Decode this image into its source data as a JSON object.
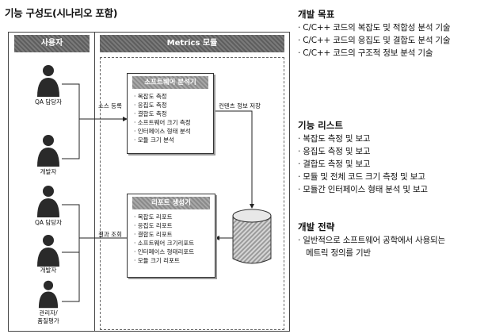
{
  "diagram": {
    "title": "기능 구성도(시나리오 포함)",
    "col_user": "사용자",
    "col_module": "Metrics 모듈",
    "actors_top": [
      {
        "label": "QA 담당자"
      },
      {
        "label": "개발자"
      }
    ],
    "actors_bottom": [
      {
        "label": "QA 담당자"
      },
      {
        "label": "개발자"
      },
      {
        "label": "관리자/\n품질평가"
      }
    ],
    "analyzer": {
      "title": "소프트웨어 분석기",
      "items": [
        "복잡도 측정",
        "응집도 측정",
        "결합도 측정",
        "소프트웨어 크기 측정",
        "인터페이스 형태 분석",
        "모듈 크기 분석"
      ]
    },
    "reporter": {
      "title": "리포트 생성기",
      "items": [
        "복잡도 리포트",
        "응집도 리포트",
        "결합도 리포트",
        "소프트웨어 크기리포트",
        "인터페이스 형태리포트",
        "모듈 크기 리포트"
      ]
    },
    "edges": {
      "source_register": "소스 등록",
      "result_view": "결과 조회",
      "content_save": "컨텐츠 정보 저장"
    }
  },
  "goals": {
    "title": "개발 목표",
    "items": [
      "C/C++ 코드의 복잡도 및 적합성 분석 기술",
      "C/C++ 코드의 응집도 및 결합도 분석 기술",
      "C/C++ 코드의 구조적 정보 분석 기술"
    ]
  },
  "features": {
    "title": "기능 리스트",
    "items": [
      "복잡도 측정 및 보고",
      "응집도 측정 및 보고",
      "결합도 측정 및 보고",
      "모듈 및 전체 코드 크기 측정 및 보고",
      "모듈간 인터페이스 형태 분석 및 보고"
    ]
  },
  "strategy": {
    "title": "개발 전략",
    "items": [
      "일반적으로 소프트웨어 공학에서 사용되는 메트릭 정의를 기반"
    ]
  }
}
